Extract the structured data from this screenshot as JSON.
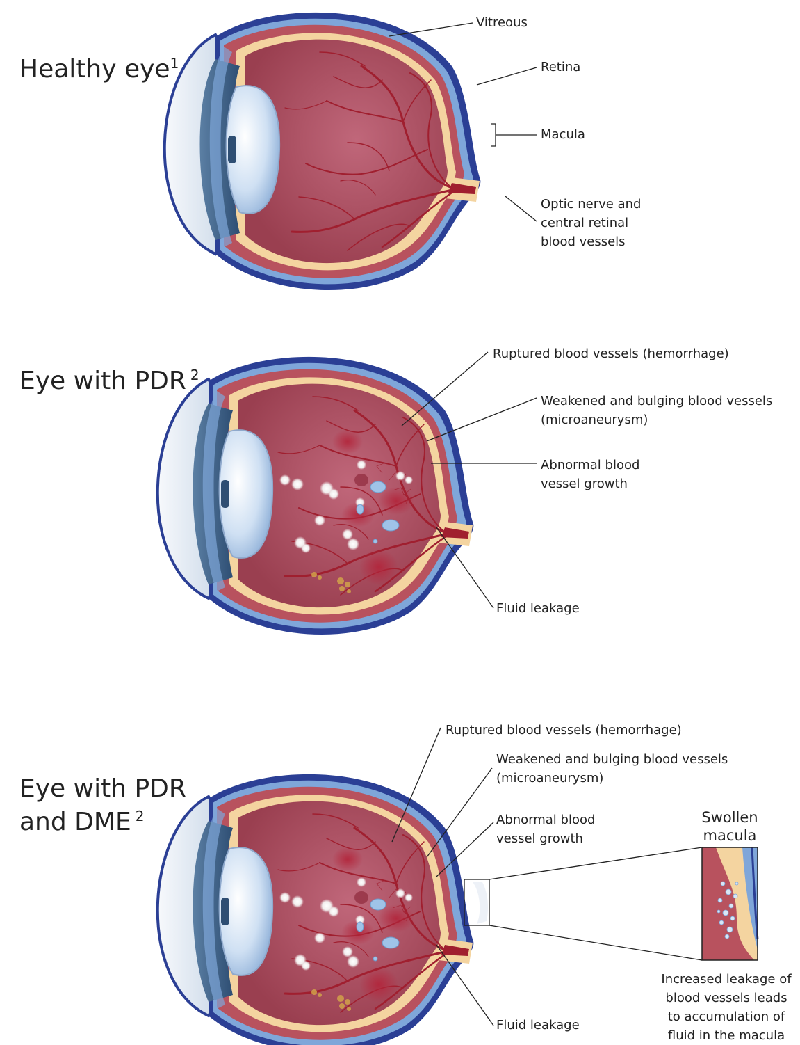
{
  "panels": [
    {
      "title": "Healthy eye",
      "sup": "1",
      "labels": {
        "vitreous": "Vitreous",
        "retina": "Retina",
        "macula": "Macula",
        "optic1": "Optic nerve and",
        "optic2": "central retinal",
        "optic3": "blood vessels"
      }
    },
    {
      "title": "Eye with PDR",
      "sup": "2",
      "labels": {
        "ruptured": "Ruptured blood vessels (hemorrhage)",
        "weak1": "Weakened and bulging blood vessels",
        "weak2": "(microaneurysm)",
        "abn1": "Abnormal blood",
        "abn2": "vessel growth",
        "fluid": "Fluid leakage"
      }
    },
    {
      "title_line1": "Eye with PDR",
      "title_line2": "and DME",
      "sup": "2",
      "labels": {
        "ruptured": "Ruptured blood vessels (hemorrhage)",
        "weak1": "Weakened and bulging blood vessels",
        "weak2": "(microaneurysm)",
        "abn1": "Abnormal blood",
        "abn2": "vessel growth",
        "fluid": "Fluid leakage",
        "swollen1": "Swollen",
        "swollen2": "macula",
        "inc1": "Increased leakage of",
        "inc2": "blood vessels leads",
        "inc3": "to accumulation of",
        "inc4": "fluid in the macula"
      }
    }
  ],
  "colors": {
    "sclera_outer": "#2b3f95",
    "sclera_inner": "#7fa6d9",
    "choroid": "#b8525e",
    "retina": "#f4d4a0",
    "vitreous": "#a84c5d",
    "lens": "#c9daf0",
    "cornea": "#e8eef5",
    "vessel": "#a01f2f",
    "fluid": "#9fc3e8",
    "exudate": "#f4f2f2"
  }
}
